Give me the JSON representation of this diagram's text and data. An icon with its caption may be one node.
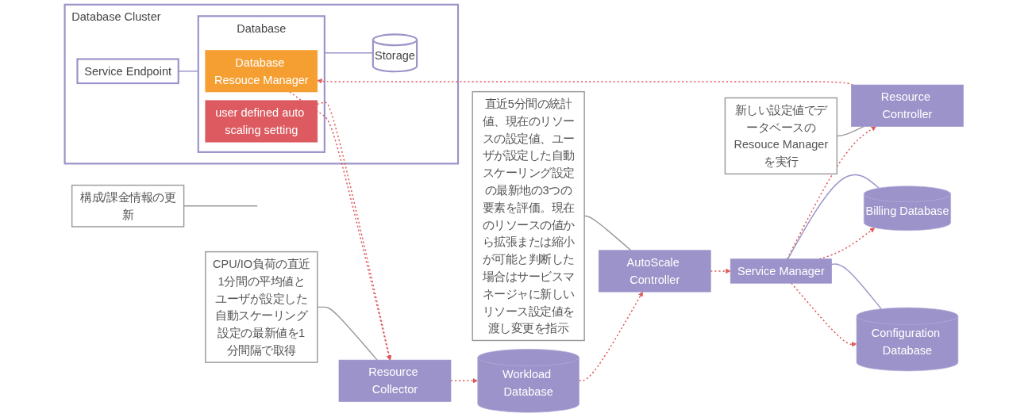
{
  "diagram": {
    "nodes": [
      {
        "text": [
          "Database Cluster"
        ]
      },
      {
        "text": [
          "Service Endpoint"
        ],
        "in": 0
      },
      {
        "text": [
          "Database"
        ],
        "in": 0
      },
      {
        "text": [
          "Database Resouce Manager"
        ],
        "in": 2
      },
      {
        "text": [
          "user defined auto scaling setting"
        ],
        "in": 2
      },
      {
        "text": [
          "Storage"
        ],
        "in": 0
      },
      {
        "text": [
          "Resource Collector"
        ]
      },
      {
        "text": [
          "Workload Database"
        ]
      },
      {
        "text": [
          "AutoScale Controller"
        ]
      },
      {
        "text": [
          "Service Manager"
        ]
      },
      {
        "text": [
          "Resource Controller"
        ]
      },
      {
        "text": [
          "Billing Database"
        ]
      },
      {
        "text": [
          "Configuration Database"
        ]
      },
      {
        "text": [
          "新しい設定値でデータベースのResouce Managerを実行"
        ]
      },
      {
        "text": [
          "構成/課金情報の更新"
        ]
      },
      {
        "text": [
          "CPU/IO負荷の直近1分間の平均値とユーザが設定した自動スケーリング設定の最新値を1分間隔で取得"
        ]
      },
      {
        "text": [
          "直近5分間の統計値、現在のリソースの設定値、ユーザが設定した自動スケーリング設定の最新地の3つの要素を評価。現在のリソースの値から拡張または縮小が可能と判断した場合はサービスマネージャに新しいリソース設定値を渡し変更を指示"
        ]
      }
    ],
    "edges": [
      {
        "from": 1,
        "to": 2,
        "arrow": "none",
        "color": "#9b93c9"
      },
      {
        "from": 2,
        "to": 5,
        "arrow": "none",
        "color": "#9b93c9"
      },
      {
        "from": 3,
        "to": 6,
        "arrow": "to",
        "style": "dashed"
      },
      {
        "from": 4,
        "to": 6,
        "arrow": "to",
        "style": "dashed"
      },
      {
        "from": 6,
        "to": 7,
        "arrow": "to",
        "style": "dashed"
      },
      {
        "from": 7,
        "to": 8,
        "arrow": "to",
        "style": "dashed"
      },
      {
        "from": 8,
        "to": 9,
        "arrow": "to",
        "style": "dashed"
      },
      {
        "from": 9,
        "to": 10,
        "arrow": "to",
        "style": "dashed"
      },
      {
        "from": 10,
        "to": 3,
        "arrow": "to",
        "style": "dashed"
      },
      {
        "from": 9,
        "to": 11,
        "arrow": "to",
        "style": "dashed"
      },
      {
        "from": 9,
        "to": 12,
        "arrow": "to",
        "style": "dashed"
      },
      {
        "from": 9,
        "to": 11,
        "arrow": "none",
        "color": "#9b93c9"
      },
      {
        "from": 9,
        "to": 12,
        "arrow": "none",
        "color": "#9b93c9"
      },
      {
        "from": 13,
        "to": 10,
        "arrow": "none",
        "color": "#9a9a9a"
      },
      {
        "from": 14,
        "to": null,
        "arrow": "none",
        "color": "#9a9a9a"
      },
      {
        "from": 15,
        "to": 6,
        "arrow": "none",
        "color": "#9a9a9a"
      },
      {
        "from": 16,
        "to": 8,
        "arrow": "none",
        "color": "#9a9a9a"
      }
    ]
  }
}
